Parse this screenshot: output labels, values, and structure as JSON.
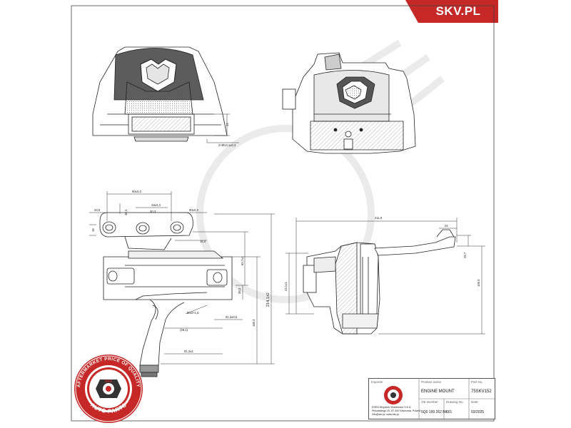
{
  "brand": {
    "logo_text": "SKV.PL"
  },
  "seal": {
    "ring_text": "AFTERMARKET PRICE OF QUALITY",
    "center_text": "SKV",
    "bottom_text": "AUTO PARTS"
  },
  "dimensions": {
    "d_3x45": "3×Ø13,1±0,3",
    "d_33": "33",
    "d_90": "90±0,3",
    "d_43": "43±0,3",
    "d_60": "60±0,3",
    "d_23_9": "23,9",
    "d_30_3": "30,3",
    "d_38": "38,3",
    "d_18": "18",
    "d_15_4": "15,4",
    "d_60_7": "60,7±1",
    "d_214": "214,1±2",
    "d_38_3": "38,3",
    "d_m12": "M12×1,5",
    "d_51": "51,3±0,5",
    "d_49": "(49,1)",
    "d_185": "185,3",
    "d_81": "81,3±1",
    "d_211": "211,9",
    "d_24": "24",
    "d_29_7": "29,7",
    "d_43_1": "43,1±1",
    "d_106": "106,9"
  },
  "title_block": {
    "importer_label": "Importer",
    "importer_lines": [
      "ESEN Wojciech Wolniewicz S.K.A.",
      "Pilsudskiego 20, 67-400 Wschowa, Poland",
      "info@skv.pl, www.skv.pl"
    ],
    "product_name_label": "Product name",
    "product_name": "ENGINE MOUNT",
    "part_no_label": "Part No.",
    "part_no": "75SKV152",
    "oe_no_label": "OE Number",
    "oe_no": "5Q0 199 262 BK",
    "drawing_no_label": "Drawing No.",
    "drawing_no": "001",
    "date_label": "Date",
    "date": "03/2025"
  }
}
